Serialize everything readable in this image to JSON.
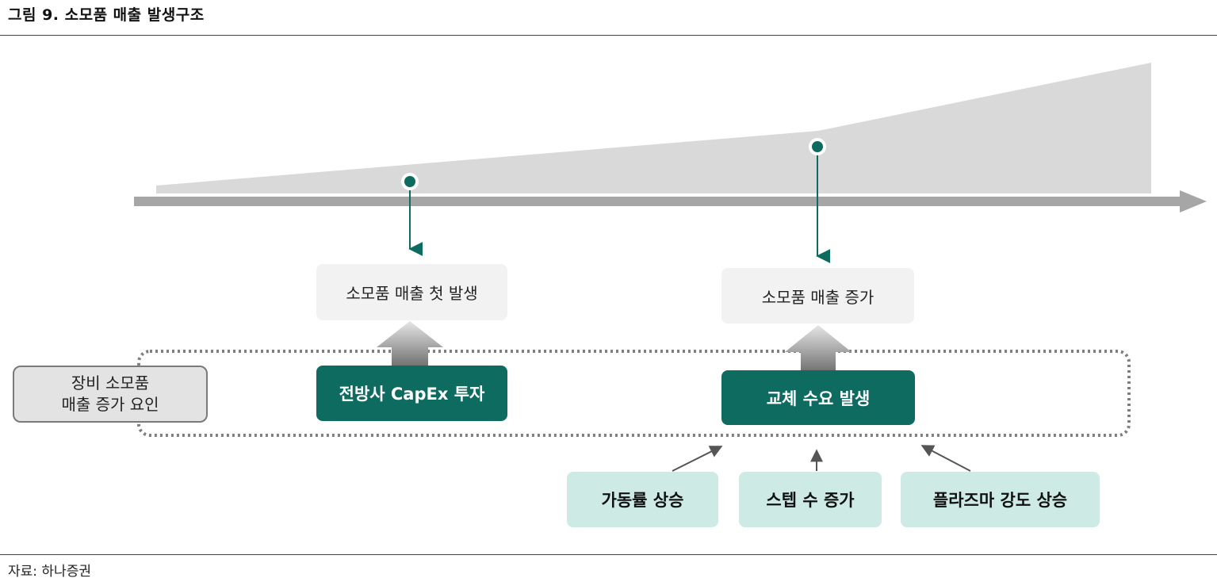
{
  "title": "그림 9. 소모품 매출 발생구조",
  "source": "자료: 하나증권",
  "side_label": {
    "line1": "장비 소모품",
    "line2": "매출 증가 요인"
  },
  "outcomes": {
    "first": "소모품 매출 첫 발생",
    "increase": "소모품 매출 증가"
  },
  "drivers": {
    "capex": "전방사 CapEx 투자",
    "replacement": "교체 수요 발생"
  },
  "factors": {
    "utilization": "가동률 상승",
    "steps": "스텝 수 증가",
    "plasma": "플라즈마 강도 상승"
  },
  "colors": {
    "accent": "#0e6b60",
    "area": "#d9d9d9",
    "timeline": "#a6a6a6",
    "outcome_fill": "#f2f2f2",
    "factor_fill": "#cdeae5",
    "dotted_border": "#7f7f7f"
  }
}
